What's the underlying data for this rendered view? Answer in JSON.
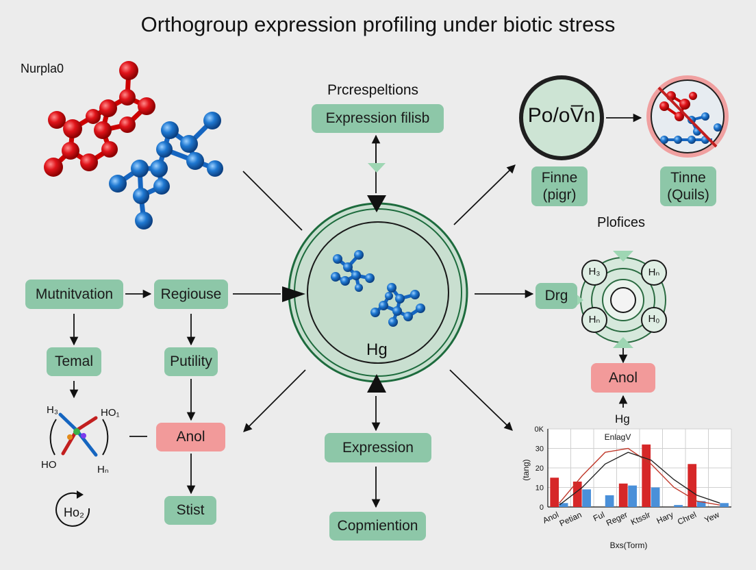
{
  "title": "Orthogroup expression profiling under biotic stress",
  "labels": {
    "molecule_left": "Nurpla0",
    "top_heading": "Prcrespeltions",
    "center_label": "Hg",
    "circle_text": "Po/oV̅n",
    "right_heading": "Plofices",
    "chart_top_label": "Hg",
    "ho2": "Ho₂"
  },
  "molecule_labels": {
    "top_left": "H₃",
    "top_right": "HO₁",
    "bottom_left": "HO",
    "bottom_right": "Hₙ"
  },
  "ring_labels": [
    "H₃",
    "Hₙ",
    "Hₙ",
    "H₀"
  ],
  "boxes": {
    "expression_filisb": "Expression filisb",
    "mutnitvation": "Mutnitvation",
    "regiouse": "Regiouse",
    "temal": "Temal",
    "putility": "Putility",
    "anol_left": "Anol",
    "stist": "Stist",
    "expression": "Expression",
    "copmiention": "Copmiention",
    "drg": "Drg",
    "anol_right": "Anol",
    "finne_line1": "Finne",
    "finne_line2": "(pigr)",
    "tinne_line1": "Tinne",
    "tinne_line2": "(Quils)"
  },
  "colors": {
    "green_box": "#8dc7a8",
    "pink_box": "#f29a9a",
    "red_atom": "#e0141a",
    "blue_atom": "#1f78d1",
    "chart_red": "#d62728",
    "chart_blue": "#4a90d9"
  },
  "chart_data": {
    "type": "bar",
    "title": "EnlagV",
    "xlabel": "Bxs(Torm)",
    "ylabel": "(tang)",
    "ylim": [
      0,
      40
    ],
    "yticks": [
      "0",
      "10",
      "20",
      "30",
      "0K"
    ],
    "categories": [
      "Anol",
      "Petian",
      "Ful",
      "Reger",
      "Ktsslr",
      "Hary",
      "Chrel",
      "Yew"
    ],
    "series": [
      {
        "color": "#d62728",
        "values": [
          15,
          13,
          0,
          12,
          32,
          0,
          22,
          0
        ]
      },
      {
        "color": "#4a90d9",
        "values": [
          2,
          9,
          6,
          11,
          10,
          1,
          3,
          2
        ]
      }
    ],
    "curves": [
      {
        "color": "#c0392b",
        "y": [
          2,
          16,
          28,
          30,
          22,
          10,
          3,
          1
        ]
      },
      {
        "color": "#222222",
        "y": [
          1,
          10,
          22,
          28,
          24,
          14,
          6,
          2
        ]
      }
    ]
  }
}
